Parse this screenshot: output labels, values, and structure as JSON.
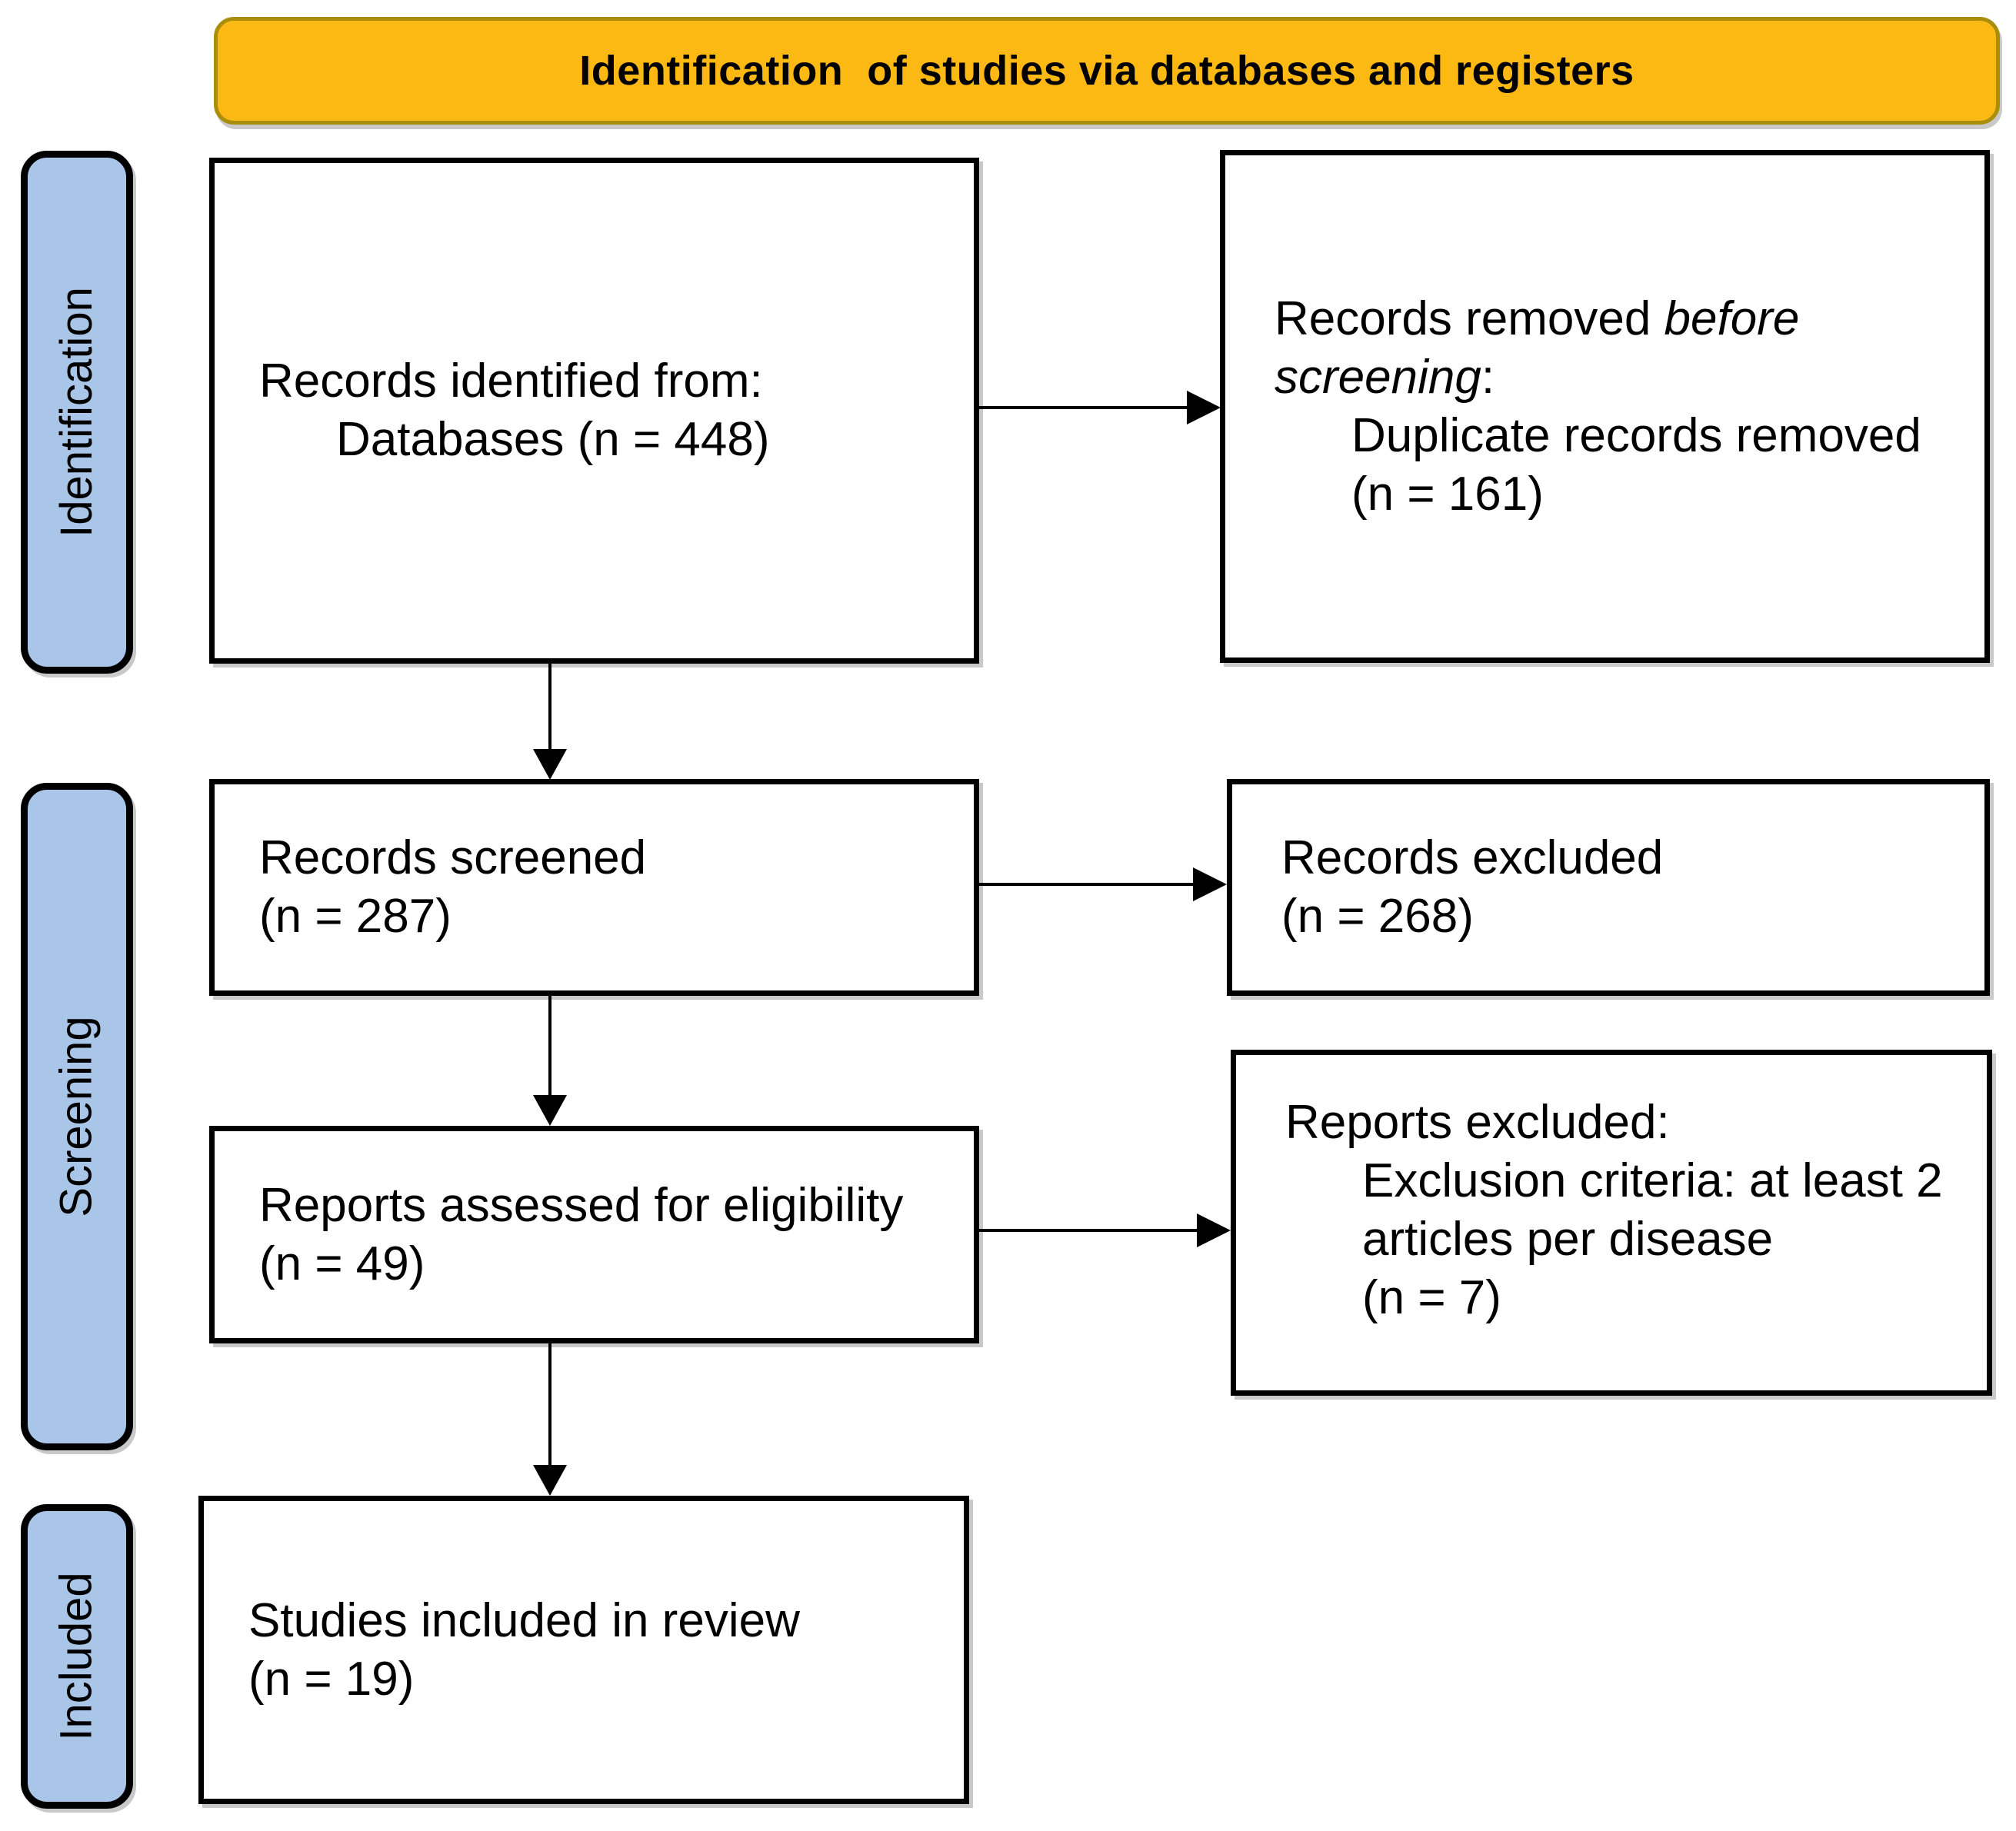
{
  "header": {
    "title": "Identification  of studies via databases and registers"
  },
  "stages": {
    "identification": "Identification",
    "screening": "Screening",
    "included": "Included"
  },
  "boxes": {
    "records_identified": {
      "line1": "Records identified from:",
      "line2": "Databases (n = 448)"
    },
    "records_removed": {
      "line1_prefix": "Records removed ",
      "line1_italic": "before screening",
      "line1_suffix": ":",
      "line2": "Duplicate records removed",
      "line3": "(n = 161)"
    },
    "records_screened": {
      "line1": "Records screened",
      "line2": "(n = 287)"
    },
    "records_excluded": {
      "line1": "Records excluded",
      "line2": "(n = 268)"
    },
    "reports_assessed": {
      "line1": "Reports assessed for eligibility",
      "line2": "(n = 49)"
    },
    "reports_excluded": {
      "line1": "Reports excluded:",
      "line2": "Exclusion criteria: at least 2",
      "line3": "articles per disease",
      "line4": "(n = 7)"
    },
    "studies_included": {
      "line1": "Studies included in review",
      "line2": "(n = 19)"
    }
  },
  "colors": {
    "banner_fill": "#fcb813",
    "banner_border": "#a98e0c",
    "stage_fill": "#a9c6e8",
    "box_background": "#ffffff",
    "box_border": "#000000",
    "shadow": "#c9c9c9",
    "text": "#000000"
  }
}
